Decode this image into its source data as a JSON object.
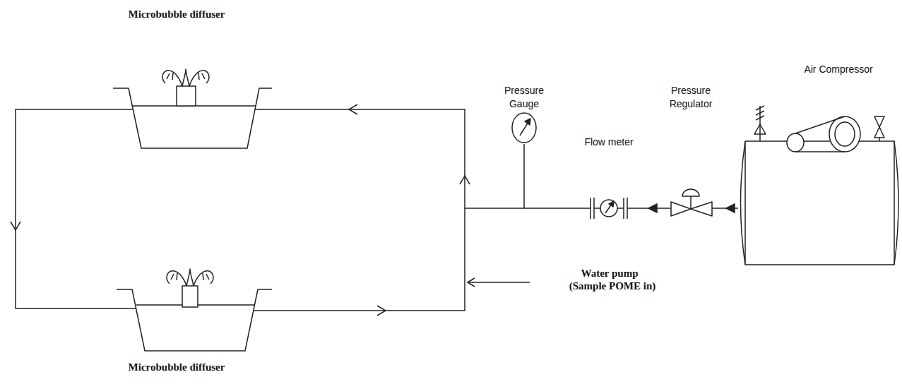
{
  "diagram": {
    "nodes": [
      {
        "text": [
          "Microbubble diffuser"
        ]
      },
      {
        "text": [
          "Microbubble diffuser"
        ]
      },
      {
        "text": [
          "Pressure Gauge"
        ]
      },
      {
        "text": [
          "Flow meter"
        ]
      },
      {
        "text": [
          "Pressure Regulator"
        ]
      },
      {
        "text": [
          "Air Compressor"
        ]
      }
    ],
    "edges": [
      {
        "from": 0,
        "to": 1,
        "arrow": "to"
      },
      {
        "from": 1,
        "to": 0,
        "arrow": "to"
      },
      {
        "from": 5,
        "to": 4,
        "arrow": "to"
      },
      {
        "from": 4,
        "to": 3,
        "arrow": "to"
      },
      {
        "from": 3,
        "to": 2,
        "arrow": "none"
      }
    ],
    "labels": [
      "Water pump",
      "(Sample POME in)"
    ]
  }
}
